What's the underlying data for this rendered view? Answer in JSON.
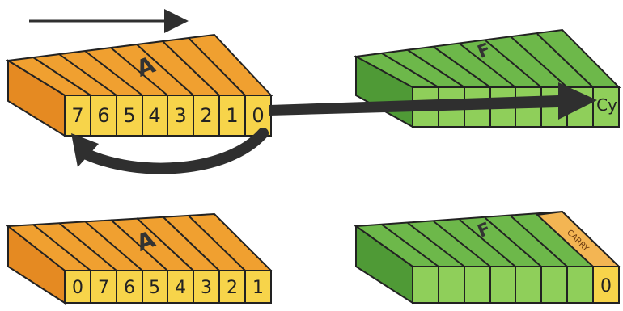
{
  "colors": {
    "orange_top": "#f0a030",
    "orange_side": "#e58a22",
    "yellow_front": "#f7d44a",
    "green_top": "#6db84a",
    "green_side": "#4f9a36",
    "green_front": "#8fcf5a",
    "arrow_dark": "#2f2f2f",
    "outline": "#222222"
  },
  "top_register_a": {
    "label": "A",
    "bits": [
      "7",
      "6",
      "5",
      "4",
      "3",
      "2",
      "1",
      "0"
    ]
  },
  "top_register_f": {
    "label": "F",
    "carry_label": "Cy"
  },
  "bottom_register_a": {
    "label": "A",
    "bits": [
      "0",
      "7",
      "6",
      "5",
      "4",
      "3",
      "2",
      "1"
    ]
  },
  "bottom_register_f": {
    "label": "F",
    "carry_tag": "CARRY",
    "carry_value": "0"
  }
}
